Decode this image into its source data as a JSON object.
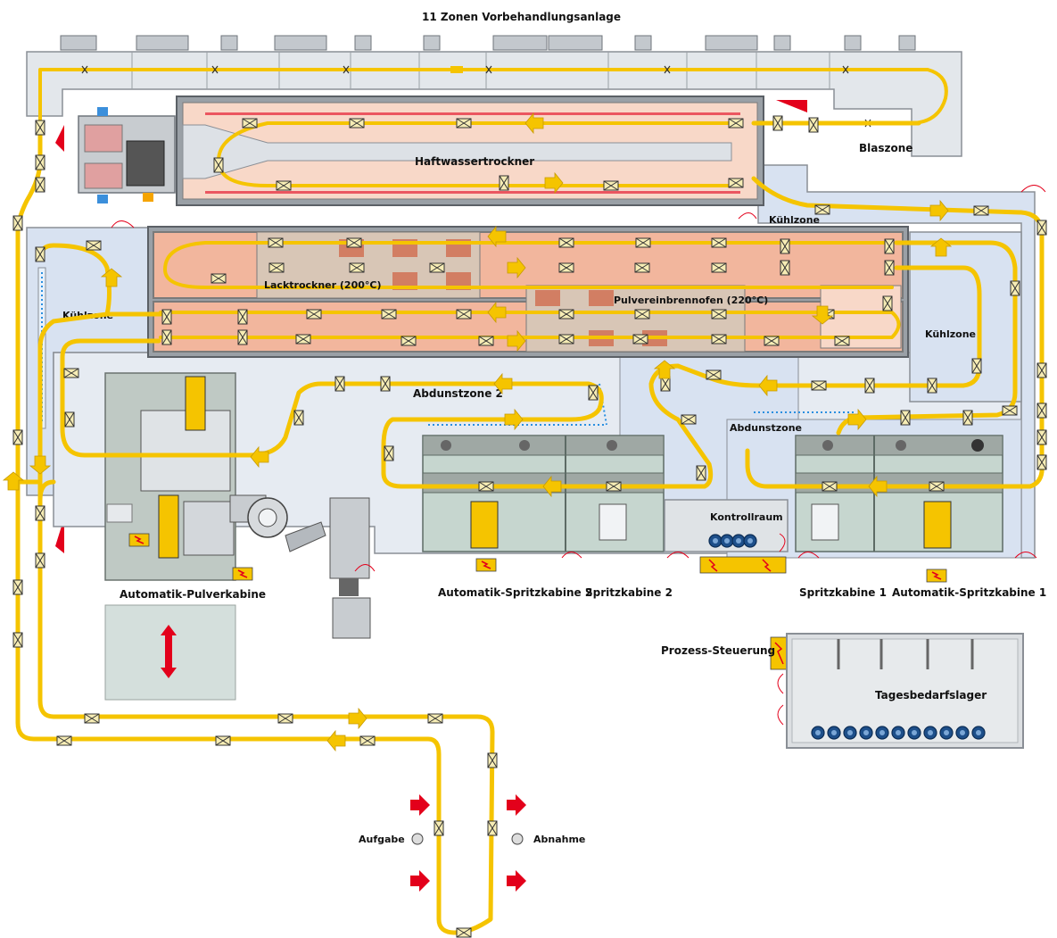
{
  "labels": {
    "vorbehandlung": "11 Zonen Vorbehandlungsanlage",
    "blaszone": "Blaszone",
    "haftwassertrockner": "Haftwassertrockner",
    "kuehlzone_right_top": "Kühlzone",
    "kuehlzone_left": "Kühlzone",
    "kuehlzone_right": "Kühlzone",
    "lacktrockner": "Lacktrockner (200°C)",
    "pulvereinbrennofen": "Pulvereinbrennofen (220°C)",
    "abdunstzone2": "Abdunstzone 2",
    "abdunstzone": "Abdunstzone",
    "kontrollraum": "Kontrollraum",
    "automatik_pulverkabine": "Automatik-Pulverkabine",
    "automatik_spritzkabine2": "Automatik-Spritzkabine 2",
    "spritzkabine2": "Spritzkabine 2",
    "spritzkabine1": "Spritzkabine 1",
    "automatik_spritzkabine1": "Automatik-Spritzkabine 1",
    "prozess_steuerung": "Prozess-Steuerung",
    "tagesbedarfslager": "Tagesbedarfslager",
    "aufgabe": "Aufgabe",
    "abnahme": "Abnahme"
  },
  "colors": {
    "conveyor": "#f5c400",
    "oven": "#f2b69d",
    "zone_blue": "#d8e2f1",
    "booth": "#c6d6cf",
    "arrow_red": "#e3001b"
  },
  "icons": {
    "pusher_arrow": "yellow-block-arrow",
    "carrier": "crossed-box-carrier",
    "heater": "red-arrow-heater",
    "electrical": "lightning-warning-box",
    "drum": "paint-drum"
  }
}
